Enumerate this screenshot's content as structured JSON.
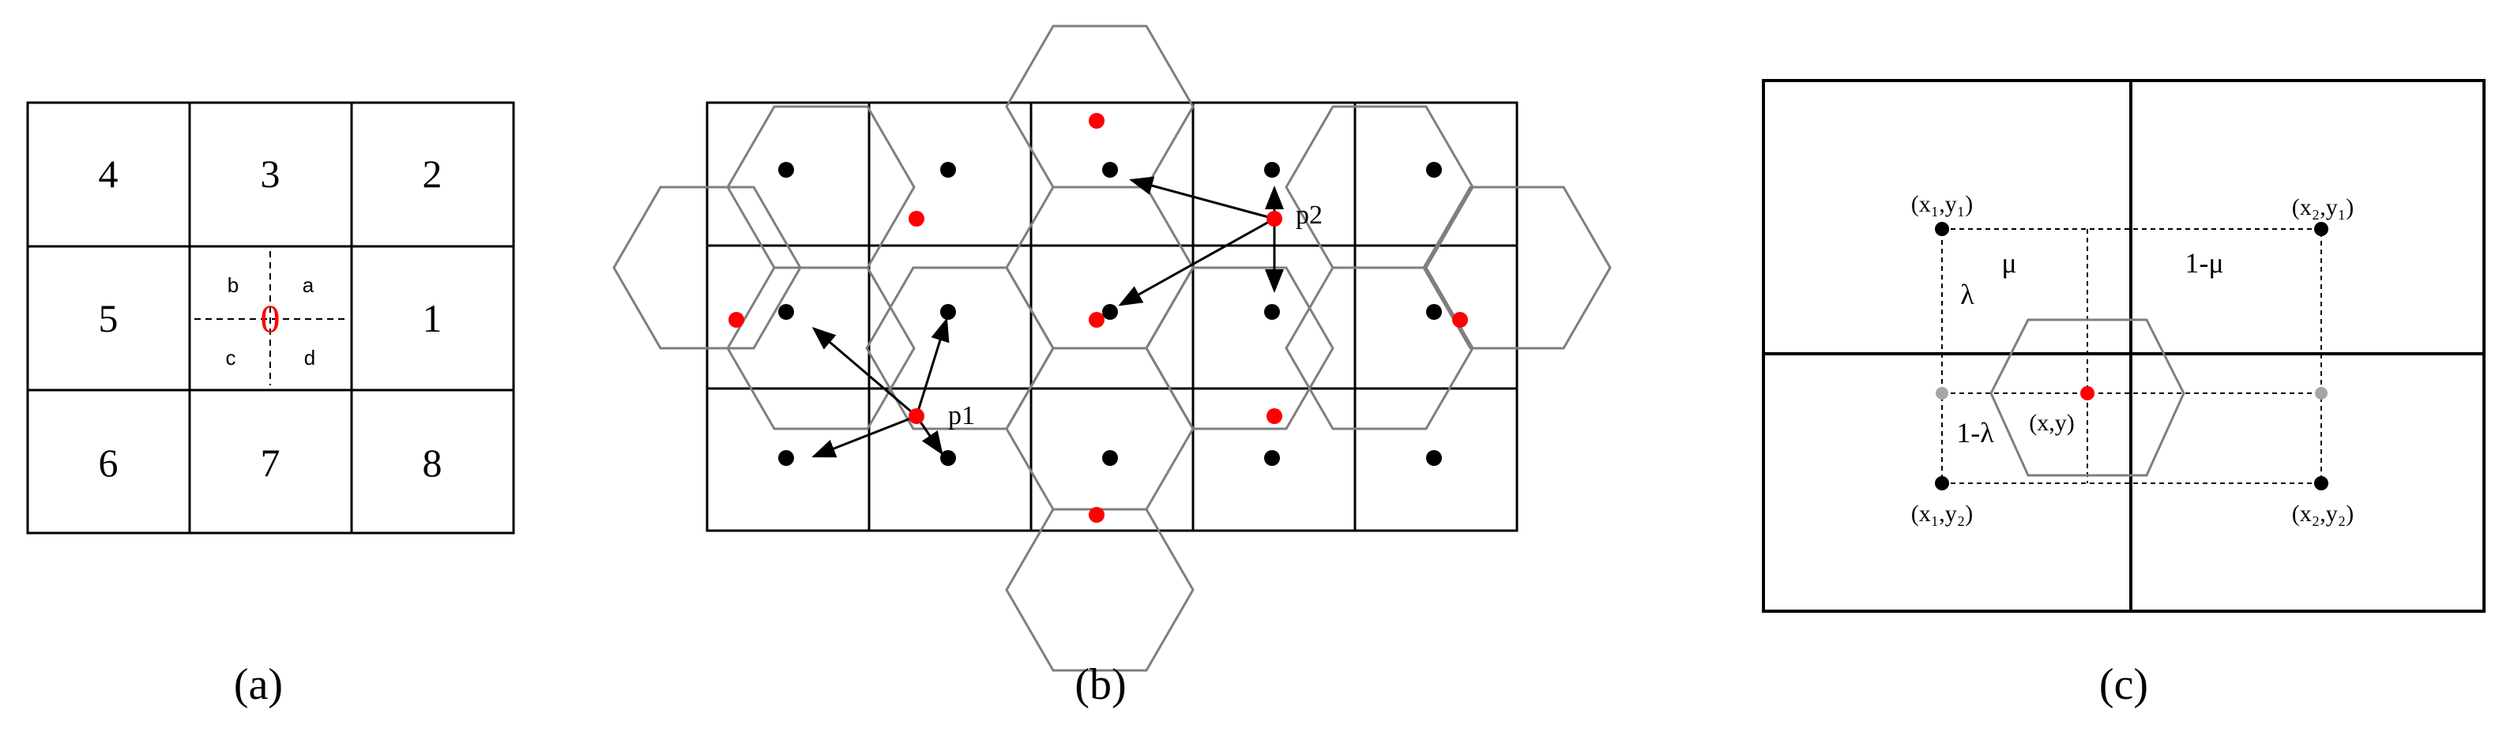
{
  "panel_a": {
    "cells": [
      "4",
      "3",
      "2",
      "5",
      "1",
      "6",
      "7",
      "8"
    ],
    "center": "0",
    "quadrants": [
      "b",
      "a",
      "c",
      "d"
    ],
    "caption": "(a)"
  },
  "panel_b": {
    "labels": [
      "p1",
      "p2"
    ],
    "caption": "(b)"
  },
  "panel_c": {
    "corners": [
      "(x₁,y₁)",
      "(x₂,y₁)",
      "(x₁,y₂)",
      "(x₂,y₂)"
    ],
    "point": "(x,y)",
    "mu": "μ",
    "one_minus_mu": "1-μ",
    "lambda": "λ",
    "one_minus_lambda": "1-λ",
    "caption": "(c)"
  },
  "colors": {
    "ink": "#000000",
    "highlight": "#ff0000",
    "hexagon": "#7f7f7f",
    "gray_point": "#a6a6a6"
  }
}
